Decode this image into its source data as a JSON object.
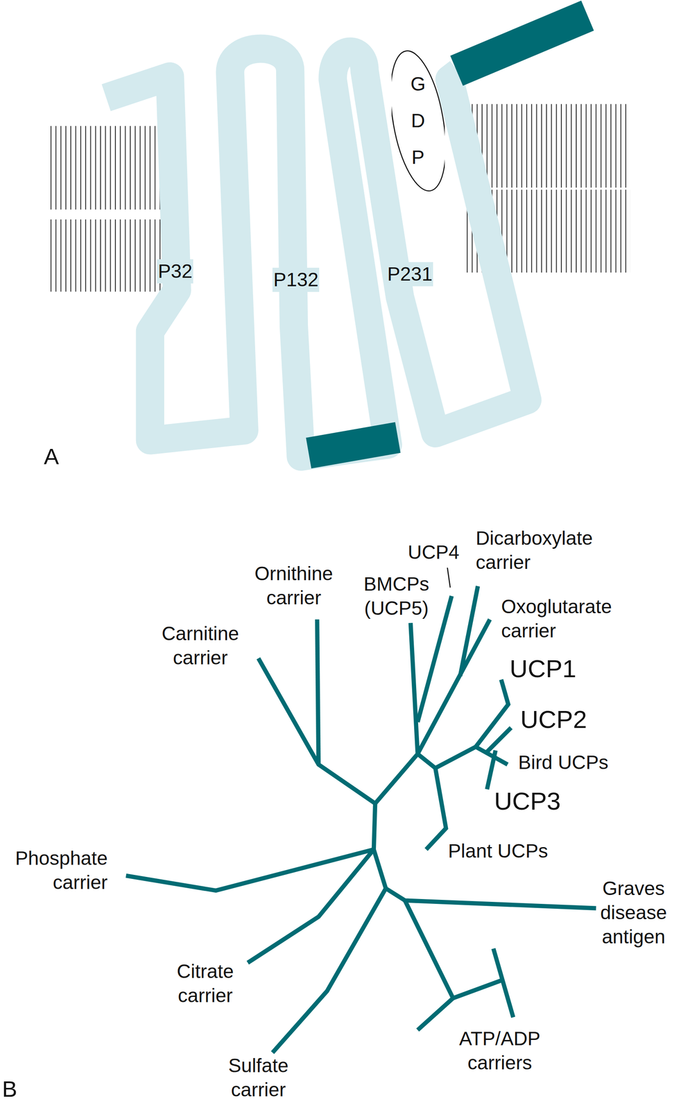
{
  "diagram": {
    "nodes": [
      {
        "text": [
          "G D P"
        ]
      }
    ],
    "labels": [
      "A",
      "P32",
      "P132",
      "P231",
      "B",
      "Carnitine carrier",
      "Ornithine carrier",
      "BMCPs (UCP5)",
      "UCP4",
      "Dicarboxylate carrier",
      "Oxoglutarate carrier",
      "UCP1",
      "UCP2",
      "Bird UCPs",
      "UCP3",
      "Plant UCPs",
      "Graves disease antigen",
      "Phosphate carrier",
      "Citrate carrier",
      "ATP/ADP carriers",
      "Sulfate carrier"
    ]
  }
}
